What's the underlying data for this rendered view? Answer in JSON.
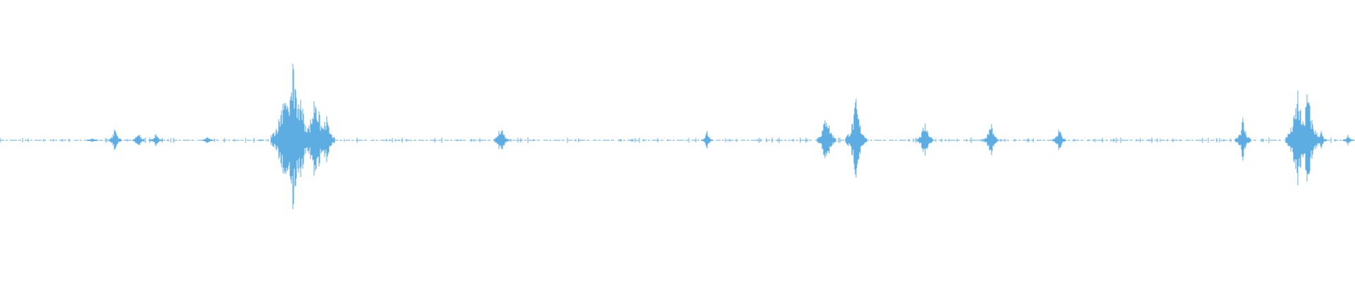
{
  "waveform": {
    "color": "#5dade2",
    "channel_count": 1,
    "peaks": [
      {
        "t": 0.068,
        "amp": 0.03
      },
      {
        "t": 0.085,
        "amp": 0.15
      },
      {
        "t": 0.102,
        "amp": 0.11
      },
      {
        "t": 0.115,
        "amp": 0.08
      },
      {
        "t": 0.153,
        "amp": 0.05
      },
      {
        "t": 0.21,
        "amp": 0.65
      },
      {
        "t": 0.216,
        "amp": 0.8
      },
      {
        "t": 0.222,
        "amp": 0.55
      },
      {
        "t": 0.233,
        "amp": 0.58
      },
      {
        "t": 0.24,
        "amp": 0.35
      },
      {
        "t": 0.37,
        "amp": 0.2
      },
      {
        "t": 0.522,
        "amp": 0.12
      },
      {
        "t": 0.61,
        "amp": 0.35
      },
      {
        "t": 0.632,
        "amp": 0.45
      },
      {
        "t": 0.683,
        "amp": 0.25
      },
      {
        "t": 0.731,
        "amp": 0.22
      },
      {
        "t": 0.782,
        "amp": 0.14
      },
      {
        "t": 0.917,
        "amp": 0.25
      },
      {
        "t": 0.958,
        "amp": 0.55
      },
      {
        "t": 0.965,
        "amp": 0.55
      },
      {
        "t": 0.975,
        "amp": 0.1
      },
      {
        "t": 0.995,
        "amp": 0.06
      }
    ]
  }
}
